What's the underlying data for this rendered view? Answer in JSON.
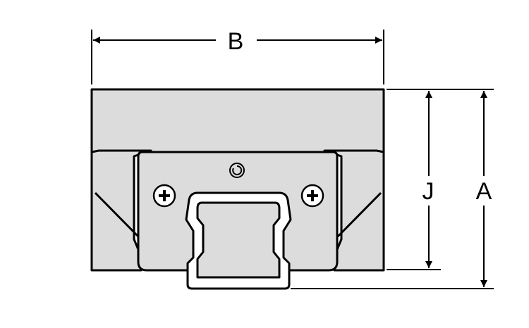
{
  "labels": {
    "width_label": "B",
    "height_label": "A",
    "rail_height_label": "J"
  },
  "colors": {
    "body_fill": "#dcdcdd",
    "outline": "#000000",
    "background": "#ffffff"
  },
  "icons": [
    "screw-icon",
    "grease-nipple-icon"
  ]
}
